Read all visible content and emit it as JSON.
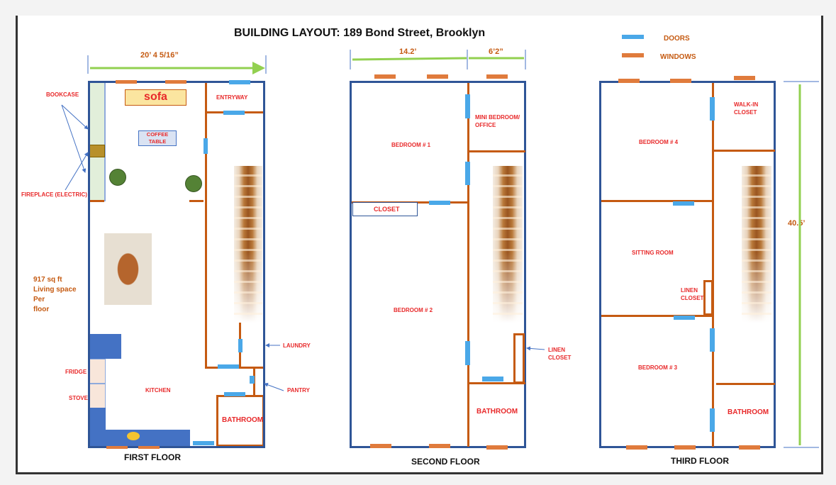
{
  "title": "BUILDING LAYOUT: 189 Bond Street, Brooklyn",
  "legend": {
    "doors": "DOORS",
    "windows": "WINDOWS",
    "door_color": "#4aa8e8",
    "window_color": "#e07b3c"
  },
  "dimensions": {
    "first_width": "20’ 4 5/16”",
    "second_left": "14.2’",
    "second_right": "6’2”",
    "depth": "40.5’"
  },
  "first_floor": {
    "name": "FIRST FLOOR",
    "sofa": "sofa",
    "coffee_table": "COFFEE TABLE",
    "entryway": "ENTRYWAY",
    "kitchen": "KITCHEN",
    "bathroom": "BATHROOM",
    "laundry": "LAUNDRY",
    "pantry": "PANTRY",
    "bookcase": "BOOKCASE",
    "fireplace": "FIREPLACE (ELECTRIC)",
    "fridge": "FRIDGE",
    "stove": "STOVE",
    "area_note": [
      "917 sq ft",
      "Living space",
      "Per",
      "floor"
    ]
  },
  "second_floor": {
    "name": "SECOND FLOOR",
    "mini_bedroom": "MINI BEDROOM/ OFFICE",
    "bedroom1": "BEDROOM # 1",
    "closet": "CLOSET",
    "bedroom2": "BEDROOM # 2",
    "bathroom": "BATHROOM",
    "linen_closet": "LINEN CLOSET"
  },
  "third_floor": {
    "name": "THIRD FLOOR",
    "walk_in": "WALK-IN CLOSET",
    "bedroom4": "BEDROOM # 4",
    "sitting": "SITTING ROOM",
    "linen_closet": "LINEN CLOSET",
    "bedroom3": "BEDROOM # 3",
    "bathroom": "BATHROOM"
  }
}
